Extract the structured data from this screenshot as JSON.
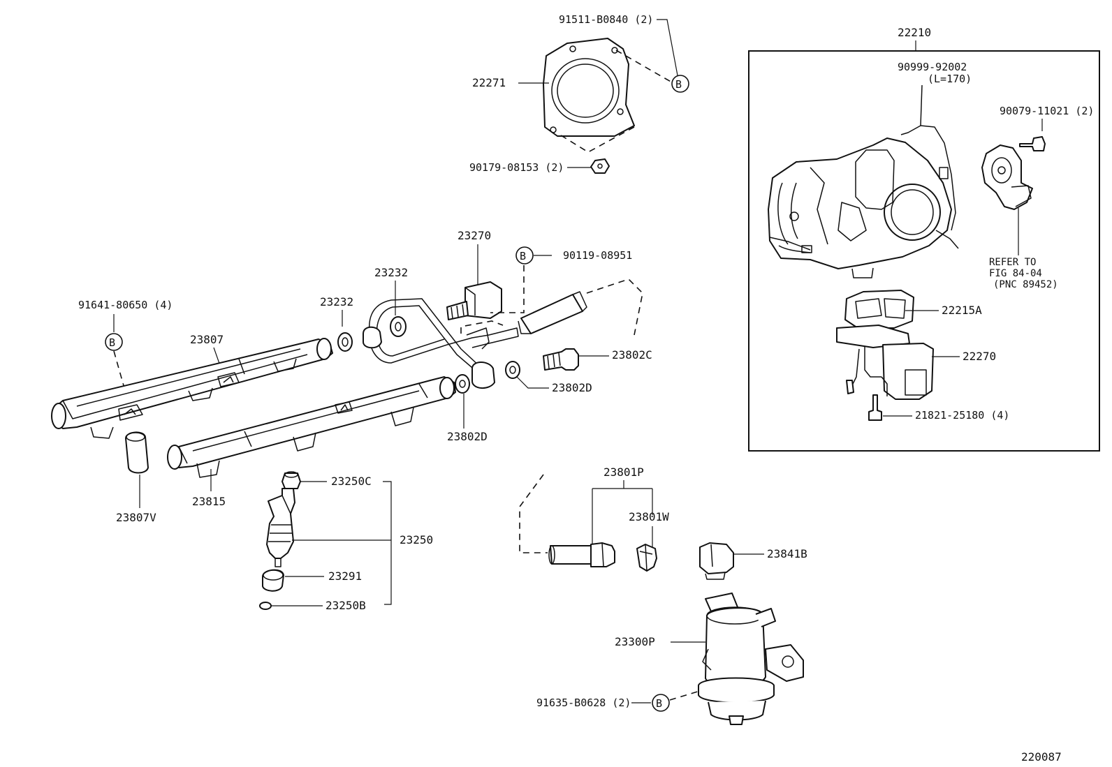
{
  "labels": {
    "p91511": "91511-B0840 (2)",
    "p22271": "22271",
    "p90179": "90179-08153 (2)",
    "p22210": "22210",
    "p90999": "90999-92002",
    "p90999_len": "(L=170)",
    "p90079": "90079-11021 (2)",
    "refer1": "REFER TO",
    "refer2": "FIG 84-04",
    "refer3": "(PNC 89452)",
    "p22215A": "22215A",
    "p22270": "22270",
    "p21821": "21821-25180 (4)",
    "p23270": "23270",
    "p90119": "90119-08951",
    "p23232a": "23232",
    "p23232b": "23232",
    "p91641": "91641-80650 (4)",
    "p23807": "23807",
    "p23802C": "23802C",
    "p23802D_r": "23802D",
    "p23802D_b": "23802D",
    "p23807V": "23807V",
    "p23815": "23815",
    "p23250C": "23250C",
    "p23250": "23250",
    "p23291": "23291",
    "p23250B": "23250B",
    "p23801P": "23801P",
    "p23801W": "23801W",
    "p23841B": "23841B",
    "p23300P": "23300P",
    "p91635": "91635-B0628 (2)",
    "ref_b": "B",
    "figure_no": "220087"
  }
}
